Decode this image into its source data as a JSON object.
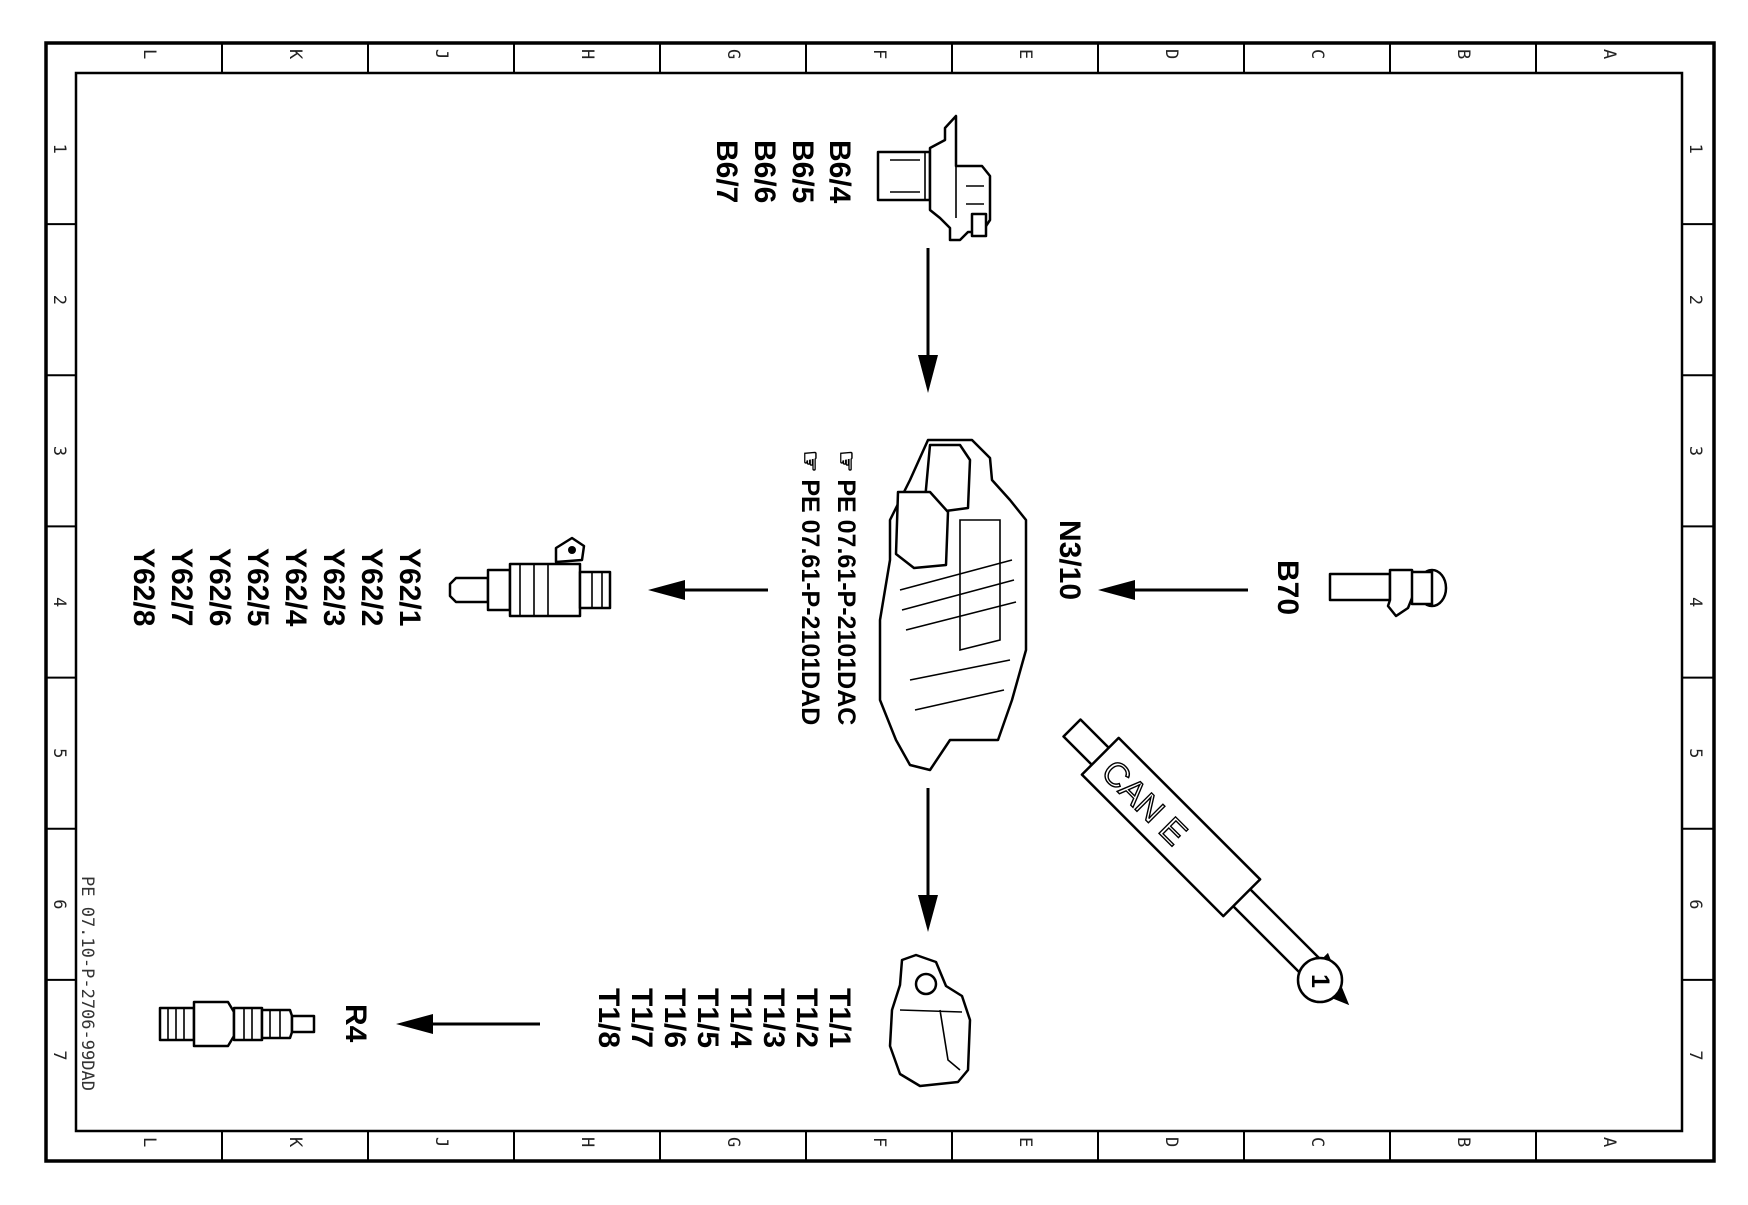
{
  "border": {
    "column_letters": [
      "L",
      "K",
      "J",
      "H",
      "G",
      "F",
      "E",
      "D",
      "C",
      "B",
      "A"
    ],
    "row_numbers": [
      "1",
      "2",
      "3",
      "4",
      "5",
      "6",
      "7"
    ]
  },
  "document_id": "PE 07.10-P-2706-99DAD",
  "components": {
    "camshaft_sensors": [
      "B6/4",
      "B6/5",
      "B6/6",
      "B6/7"
    ],
    "control_unit": {
      "id": "N3/10",
      "refs": [
        "PE 07.61-P-2101DAC",
        "PE 07.61-P-2101DAD"
      ]
    },
    "crankshaft_sensor": "B70",
    "injectors": [
      "Y62/1",
      "Y62/2",
      "Y62/3",
      "Y62/4",
      "Y62/5",
      "Y62/6",
      "Y62/7",
      "Y62/8"
    ],
    "ignition_coils": [
      "T1/1",
      "T1/2",
      "T1/3",
      "T1/4",
      "T1/5",
      "T1/6",
      "T1/7",
      "T1/8"
    ],
    "spark_plug": "R4",
    "bus": {
      "label": "CAN E",
      "target": "1"
    }
  }
}
